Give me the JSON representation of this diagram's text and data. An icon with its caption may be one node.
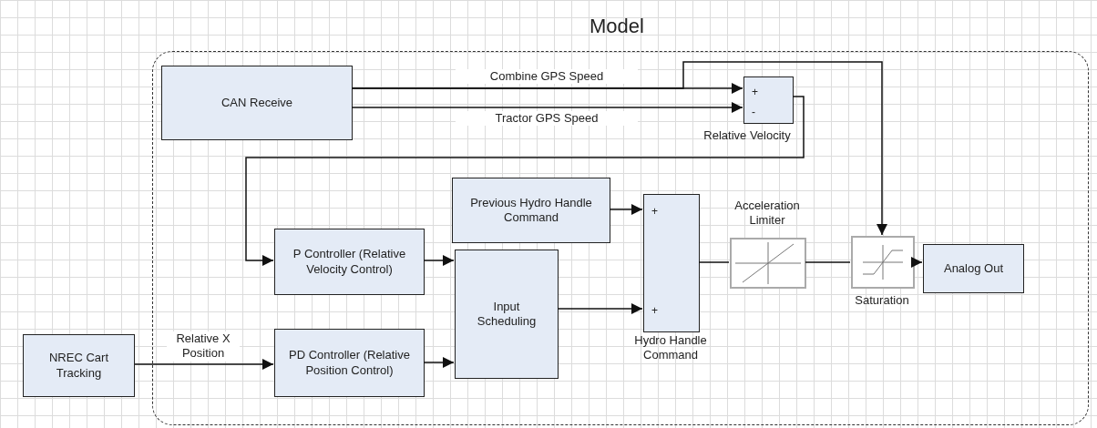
{
  "diagram": {
    "title": "Model",
    "nodes": [
      {
        "text": [],
        "shape": "box"
      },
      {
        "text": [
          "CAN Receive"
        ],
        "in": 0
      },
      {
        "text": [
          "+",
          "-"
        ],
        "beside": [
          "Relative Velocity"
        ],
        "in": 0
      },
      {
        "text": [
          "Previous Hydro Handle Command"
        ],
        "in": 0
      },
      {
        "text": [
          "P Controller (Relative Velocity Control)"
        ],
        "in": 0
      },
      {
        "text": [
          "Input Scheduling"
        ],
        "in": 0
      },
      {
        "text": [
          "+",
          "+"
        ],
        "beside": [
          "Hydro Handle Command"
        ],
        "in": 0
      },
      {
        "text": [],
        "shape": "picture",
        "beside": [
          "Acceleration Limiter"
        ],
        "in": 0
      },
      {
        "text": [],
        "shape": "picture",
        "beside": [
          "Saturation"
        ],
        "in": 0
      },
      {
        "text": [
          "Analog Out"
        ],
        "in": 0
      },
      {
        "text": [
          "NREC Cart Tracking"
        ]
      },
      {
        "text": [
          "PD Controller (Relative Position Control)"
        ],
        "in": 0
      }
    ],
    "edges": [
      {
        "from": 1,
        "to": 2,
        "arrow": "to",
        "label": "Combine GPS Speed"
      },
      {
        "from": 1,
        "to": 2,
        "arrow": "to",
        "label": "Tractor GPS Speed"
      },
      {
        "from": 1,
        "to": 8,
        "arrow": "to"
      },
      {
        "from": 2,
        "to": 4,
        "arrow": "to"
      },
      {
        "from": 3,
        "to": 6,
        "arrow": "to"
      },
      {
        "from": 4,
        "to": 5,
        "arrow": "to"
      },
      {
        "from": 11,
        "to": 5,
        "arrow": "to"
      },
      {
        "from": 5,
        "to": 6,
        "arrow": "to"
      },
      {
        "from": 6,
        "to": 7,
        "arrow": "none"
      },
      {
        "from": 7,
        "to": 8,
        "arrow": "none"
      },
      {
        "from": 8,
        "to": 9,
        "arrow": "to"
      },
      {
        "from": 10,
        "to": 11,
        "arrow": "to",
        "label": "Relative X Position"
      }
    ]
  }
}
